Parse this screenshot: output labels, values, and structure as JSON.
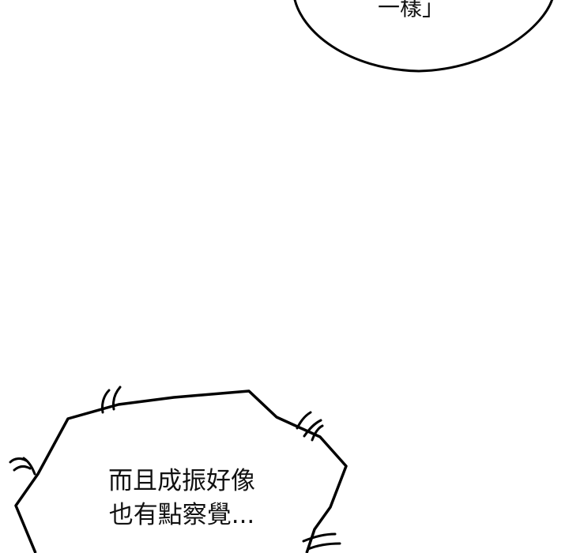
{
  "bubbles": {
    "top": {
      "text": "一樣」"
    },
    "bottom": {
      "line1": "而且成振好像",
      "line2": "也有點察覺..."
    }
  },
  "colors": {
    "background": "#ffffff",
    "outline": "#000000",
    "text": "#111111"
  }
}
